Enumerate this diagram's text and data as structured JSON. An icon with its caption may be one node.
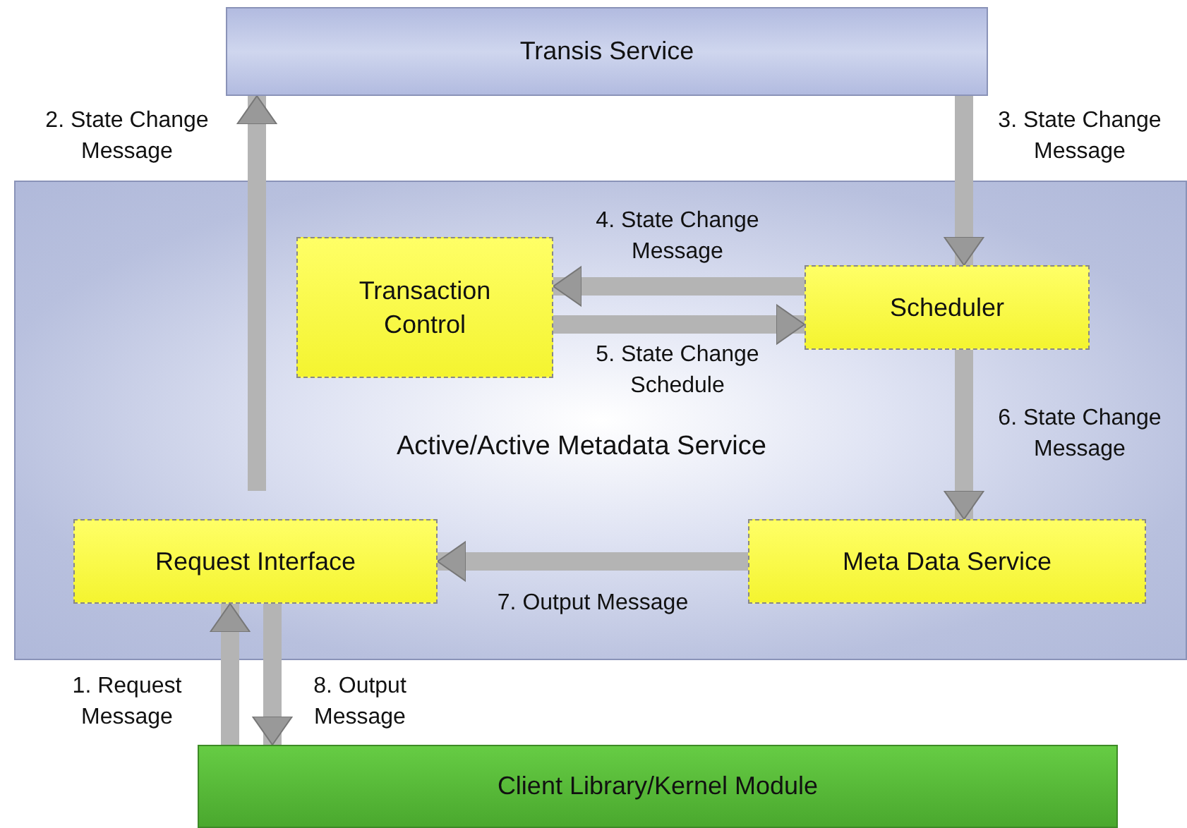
{
  "diagram": {
    "nodes": [
      {
        "text": [
          "Transis Service"
        ]
      },
      {
        "text": [
          "Active/Active Metadata Service"
        ]
      },
      {
        "text": [
          "Transaction Control"
        ],
        "in": 1
      },
      {
        "text": [
          "Scheduler"
        ],
        "in": 1
      },
      {
        "text": [
          "Request Interface"
        ],
        "in": 1
      },
      {
        "text": [
          "Meta Data Service"
        ],
        "in": 1
      },
      {
        "text": [
          "Client Library/Kernel Module"
        ]
      }
    ],
    "edges": [
      {
        "from": 6,
        "to": 4,
        "arrow": "to",
        "label": "1. Request Message"
      },
      {
        "from": 4,
        "to": 0,
        "arrow": "to",
        "label": "2. State Change Message"
      },
      {
        "from": 0,
        "to": 3,
        "arrow": "to",
        "label": "3. State Change Message"
      },
      {
        "from": 3,
        "to": 2,
        "arrow": "to",
        "label": "4. State Change Message"
      },
      {
        "from": 2,
        "to": 3,
        "arrow": "to",
        "label": "5. State Change Schedule"
      },
      {
        "from": 3,
        "to": 5,
        "arrow": "to",
        "label": "6. State Change Message"
      },
      {
        "from": 5,
        "to": 4,
        "arrow": "to",
        "label": "7. Output Message"
      },
      {
        "from": 4,
        "to": 6,
        "arrow": "to",
        "label": "8. Output Message"
      }
    ]
  }
}
